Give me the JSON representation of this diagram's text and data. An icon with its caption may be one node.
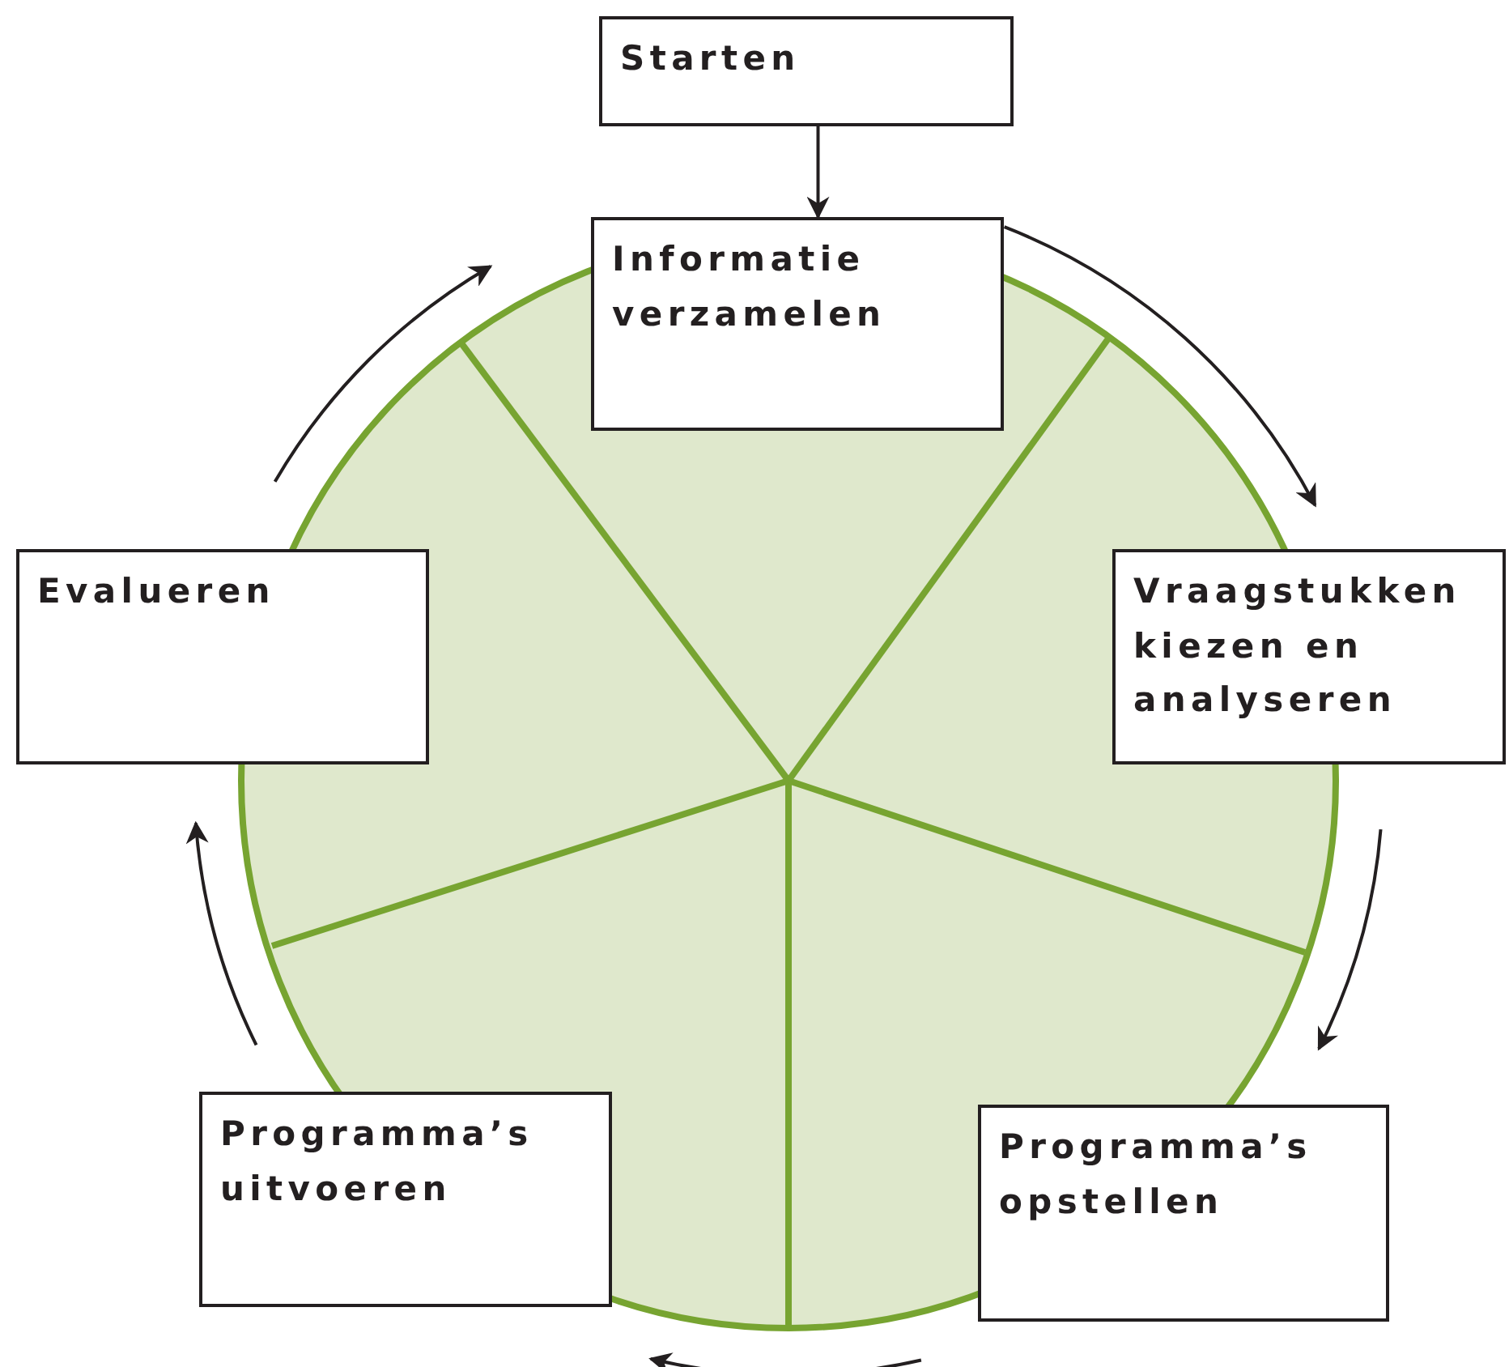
{
  "diagram": {
    "nodes": [
      {
        "text": [
          "Starten"
        ]
      },
      {
        "text": [
          "Informatie verzamelen"
        ]
      },
      {
        "text": [
          "Vraagstukken kiezen en analyseren"
        ]
      },
      {
        "text": [
          "Programma’s opstellen"
        ]
      },
      {
        "text": [
          "Programma’s uitvoeren"
        ]
      },
      {
        "text": [
          "Evalueren"
        ]
      }
    ],
    "edges": [
      {
        "from": 0,
        "to": 1,
        "arrow": "to"
      },
      {
        "from": 1,
        "to": 2,
        "arrow": "to"
      },
      {
        "from": 2,
        "to": 3,
        "arrow": "to"
      },
      {
        "from": 3,
        "to": 4,
        "arrow": "to"
      },
      {
        "from": 4,
        "to": 5,
        "arrow": "to"
      },
      {
        "from": 5,
        "to": 1,
        "arrow": "to"
      }
    ]
  }
}
